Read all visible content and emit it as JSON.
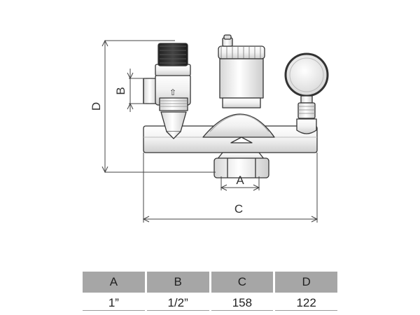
{
  "dimension_labels": {
    "A": "A",
    "B": "B",
    "C": "C",
    "D": "D"
  },
  "valve_arrow_glyph": "⇧",
  "spec_table": {
    "headers": [
      "A",
      "B",
      "C",
      "D"
    ],
    "values": [
      "1”",
      "1/2”",
      "158",
      "122"
    ]
  }
}
